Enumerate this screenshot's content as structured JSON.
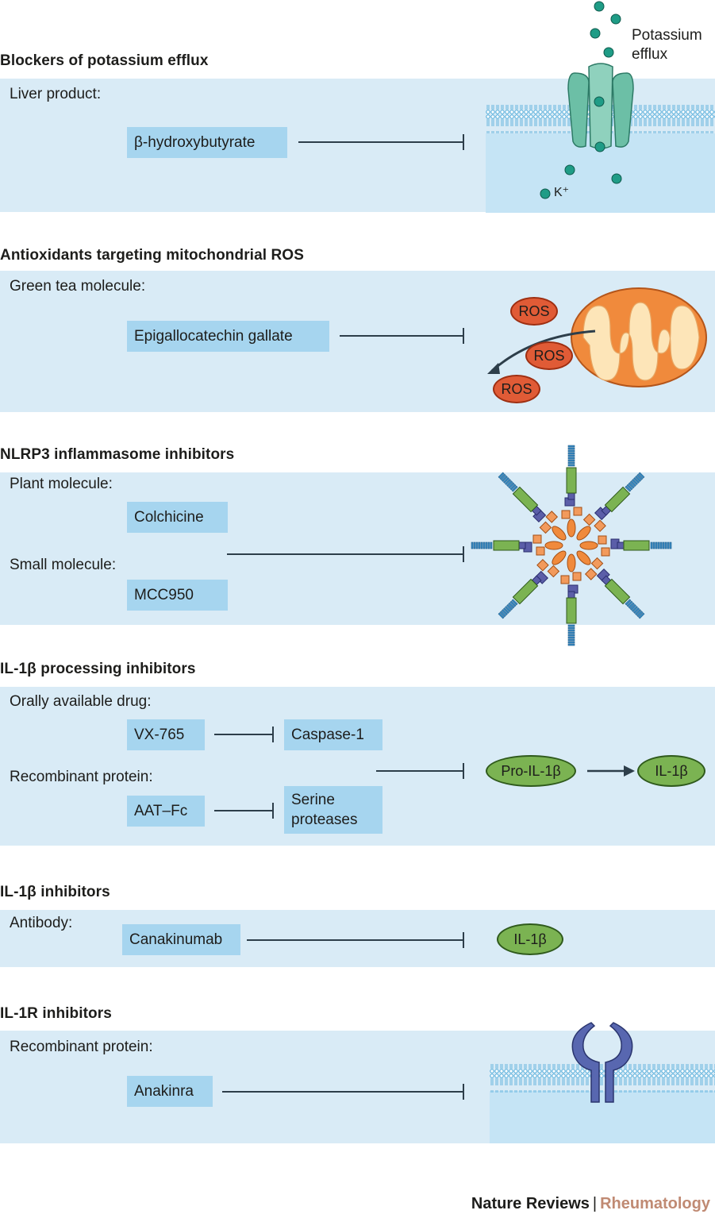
{
  "sections": {
    "potassium": {
      "title": "Blockers of potassium efflux",
      "source_label": "Liver product:",
      "drug": "β-hydroxybutyrate",
      "efflux_label": "Potassium efflux",
      "ion_label": "K⁺"
    },
    "ros": {
      "title": "Antioxidants targeting mitochondrial ROS",
      "source_label": "Green tea molecule:",
      "drug": "Epigallocatechin gallate",
      "ros_label": "ROS"
    },
    "nlrp3": {
      "title": "NLRP3 inflammasome inhibitors",
      "source_label_1": "Plant molecule:",
      "drug_1": "Colchicine",
      "source_label_2": "Small molecule:",
      "drug_2": "MCC950"
    },
    "processing": {
      "title": "IL-1β processing inhibitors",
      "source_label_1": "Orally available drug:",
      "drug_1": "VX-765",
      "target_1": "Caspase-1",
      "source_label_2": "Recombinant protein:",
      "drug_2": "AAT–Fc",
      "target_2_line1": "Serine",
      "target_2_line2": "proteases",
      "pro_label": "Pro-IL-1β",
      "mature_label": "IL-1β"
    },
    "il1b": {
      "title": "IL-1β inhibitors",
      "source_label": "Antibody:",
      "drug": "Canakinumab",
      "target": "IL-1β"
    },
    "il1r": {
      "title": "IL-1R inhibitors",
      "source_label": "Recombinant protein:",
      "drug": "Anakinra"
    }
  },
  "footer": {
    "journal": "Nature Reviews",
    "separator": "|",
    "subject": "Rheumatology"
  },
  "colors": {
    "panel": "#d9ebf6",
    "drug_box": "#a6d5ef",
    "inhibition_line": "#2d3e4a",
    "ion": "#1f9c86",
    "ros": "#e05b36",
    "mitochondrion": "#f08a3c",
    "il1b_oval": "#7bb352",
    "receptor": "#4a5aa8"
  }
}
